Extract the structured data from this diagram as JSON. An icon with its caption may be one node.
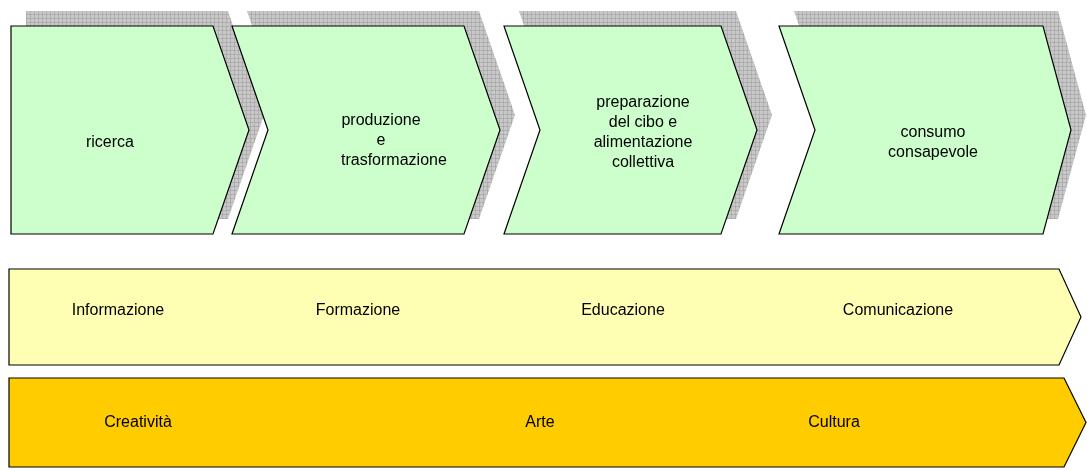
{
  "diagram": {
    "nodes": [
      {
        "text": [
          "ricerca"
        ]
      },
      {
        "text": [
          "produzione e trasformazione"
        ]
      },
      {
        "text": [
          "preparazione del cibo e alimentazione collettiva"
        ]
      },
      {
        "text": [
          "consumo consapevole"
        ]
      },
      {
        "text": [
          "Informazione",
          "Formazione",
          "Educazione",
          "Comunicazione"
        ]
      },
      {
        "text": [
          "Creatività",
          "Arte",
          "Cultura"
        ]
      }
    ]
  }
}
